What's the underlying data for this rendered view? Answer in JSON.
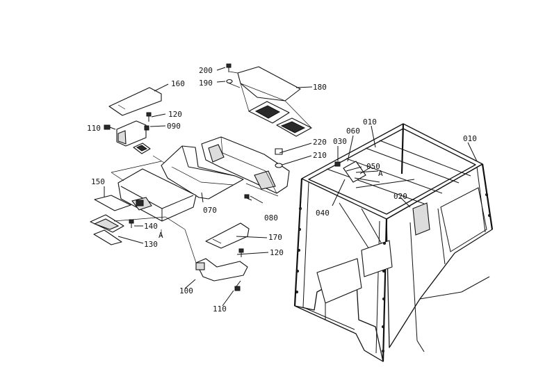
{
  "callouts": {
    "p200": "200",
    "p190": "190",
    "p180": "180",
    "p160": "160",
    "p120_top": "120",
    "p110_left": "110",
    "p090": "090",
    "p220": "220",
    "p210": "210",
    "p030": "030",
    "p060": "060",
    "p010_a": "010",
    "p010_b": "010",
    "p050": "050",
    "p020": "020",
    "p040": "040",
    "p150": "150",
    "p070": "070",
    "p080": "080",
    "p140": "140",
    "p130": "130",
    "p170": "170",
    "p120_bottom": "120",
    "p100": "100",
    "p110_bottom": "110"
  },
  "reference_marks": {
    "a_left": "A",
    "a_cab": "A"
  }
}
